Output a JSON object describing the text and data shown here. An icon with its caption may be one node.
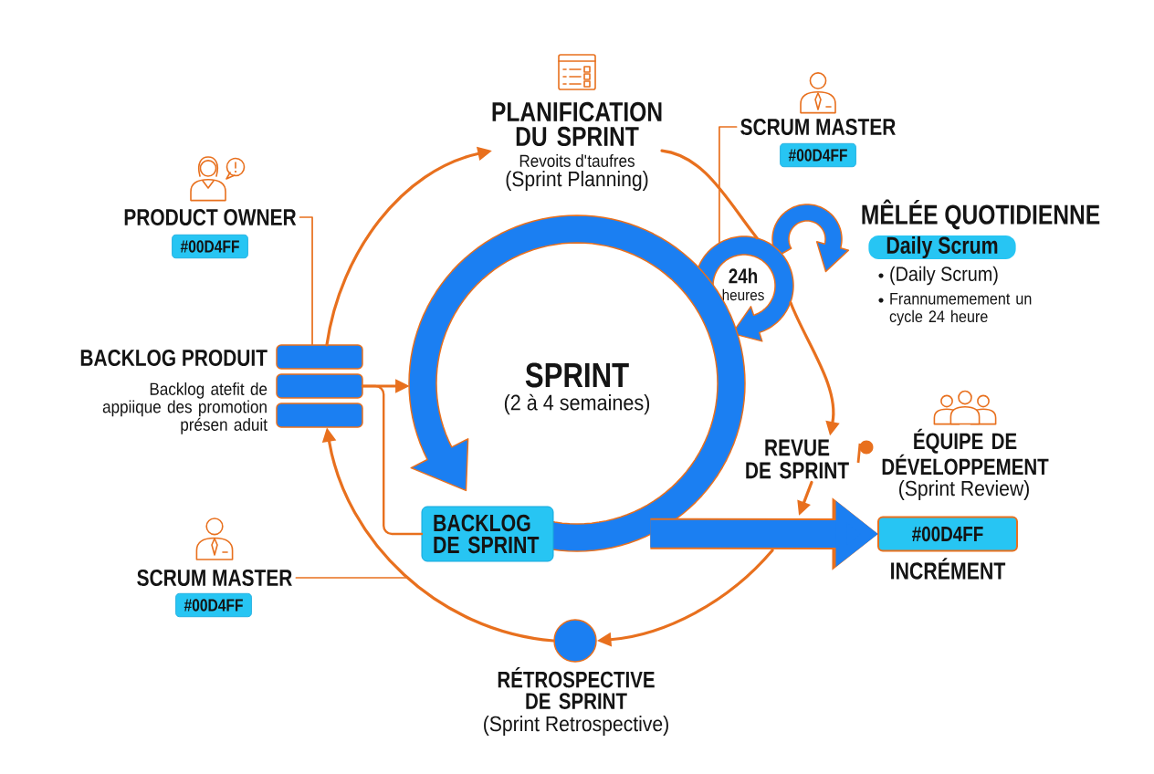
{
  "diagram": {
    "nodes": [
      {
        "text": [
          "PLANIFICATION DU SPRINT",
          "Revoits d'taufres",
          "(Sprint Planning)"
        ]
      },
      {
        "text": [
          "SCRUM MASTER",
          "#00D4FF"
        ]
      },
      {
        "text": [
          "PRODUCT OWNER",
          "#00D4FF"
        ]
      },
      {
        "text": [
          "MÊLÉE QUOTIDIENNE",
          "Daily Scrum",
          "(Daily Scrum)",
          "Frannumemement un cycle 24 heure"
        ]
      },
      {
        "text": [
          "24h",
          "heures"
        ]
      },
      {
        "text": [],
        "shape": "bar",
        "beside": [
          "BACKLOG PRODUIT",
          "Backlog atefit de appiique des promotion présen aduit"
        ]
      },
      {
        "text": [
          "SPRINT",
          "(2 à 4 semaines)"
        ]
      },
      {
        "text": [
          "REVUE DE SPRINT"
        ]
      },
      {
        "text": [
          "BACKLOG DE SPRINT"
        ]
      },
      {
        "text": [
          "#00D4FF",
          "INCRÉMENT"
        ]
      },
      {
        "text": [
          "SCRUM MASTER",
          "#00D4FF"
        ]
      },
      {
        "text": [
          "RÉTROSPECTIVE DE SPRINT",
          "(Sprint Retrospective)"
        ]
      }
    ],
    "edges": [
      {
        "from": 5,
        "to": 0,
        "arrow": "to"
      },
      {
        "from": 0,
        "to": 4,
        "arrow": "none"
      },
      {
        "from": 4,
        "to": 7,
        "arrow": "to"
      },
      {
        "from": 7,
        "to": null,
        "arrow": "to"
      },
      {
        "from": 6,
        "to": 9,
        "arrow": "to",
        "style": "thick",
        "color": "#1b7ff2"
      },
      {
        "from": null,
        "to": 11,
        "arrow": "to"
      },
      {
        "from": 11,
        "to": 5,
        "arrow": "to"
      },
      {
        "from": 5,
        "to": 6,
        "arrow": "to"
      },
      {
        "from": 5,
        "to": 8,
        "arrow": "none"
      },
      {
        "from": 2,
        "to": 5,
        "arrow": "none"
      },
      {
        "from": 1,
        "to": 4,
        "arrow": "none"
      },
      {
        "from": 10,
        "to": null,
        "arrow": "none"
      }
    ],
    "labels": [
      "ÉQUIPE DE DÉVELOPPEMENT",
      "(Sprint Review)"
    ]
  }
}
